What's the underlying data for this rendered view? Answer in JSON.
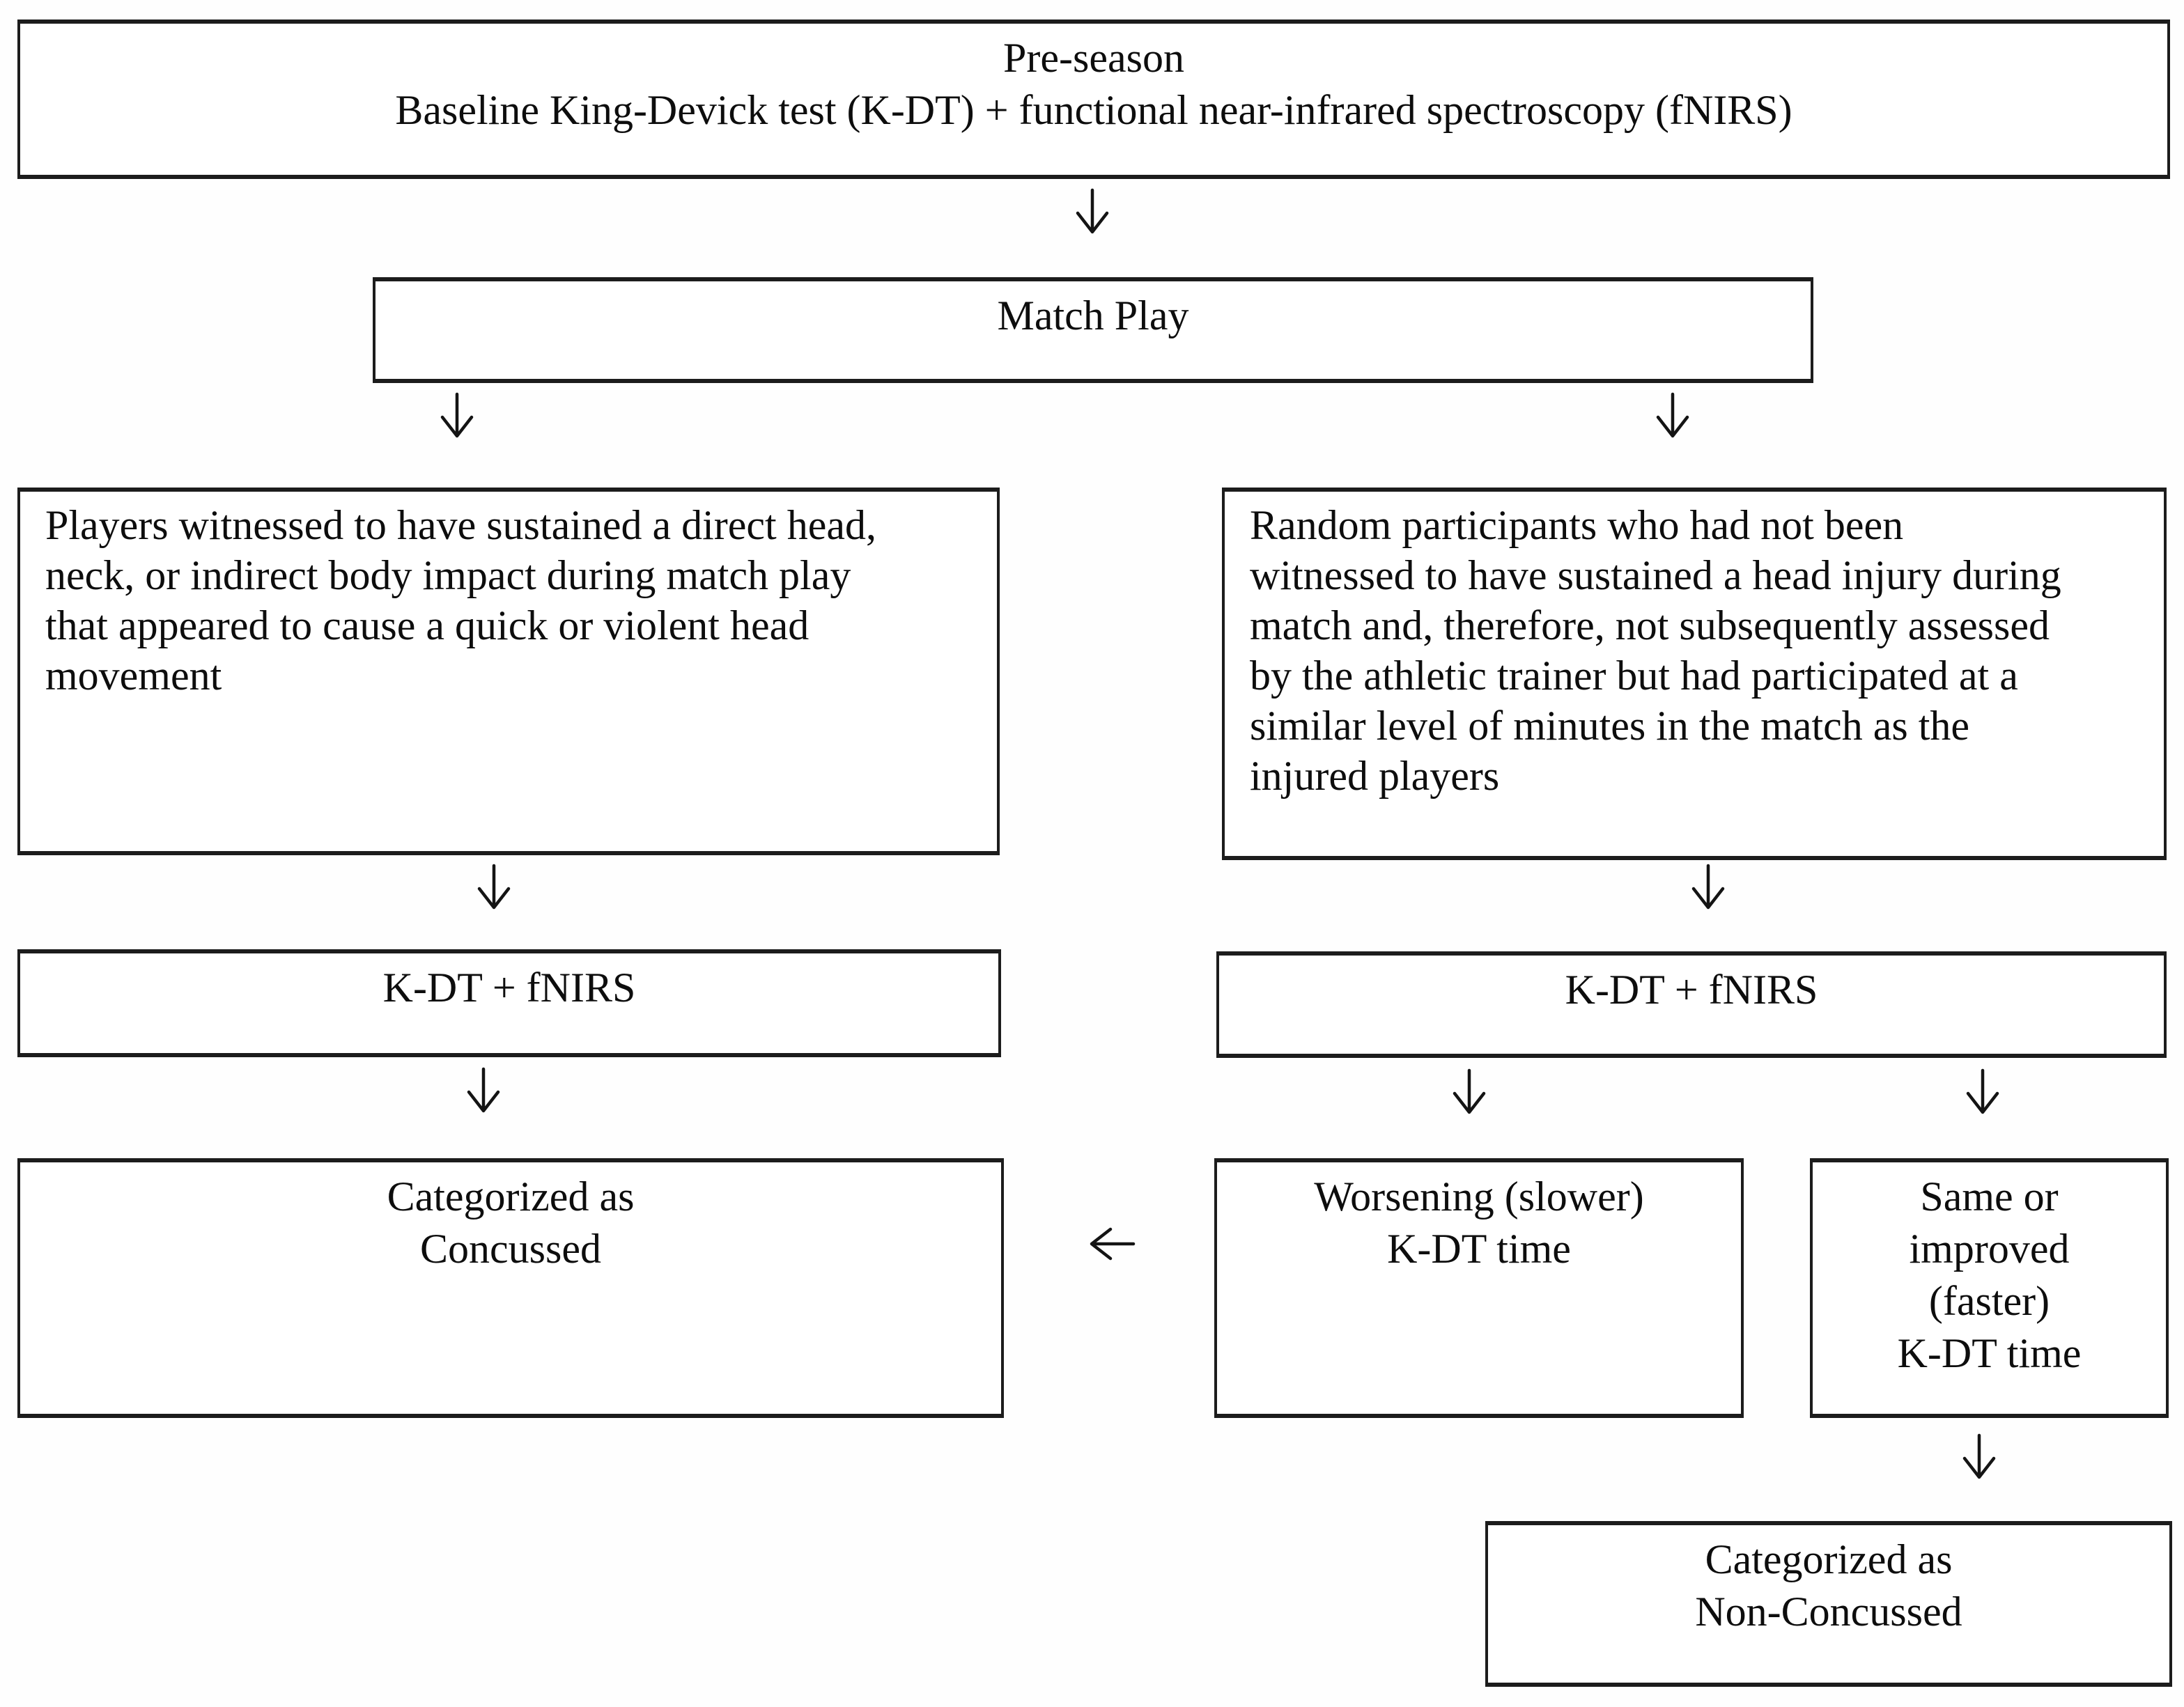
{
  "figure": {
    "title_implied": "Study design flowchart",
    "background_color": "#ffffff",
    "box_border_color": "#1c1c1c",
    "text_color": "#0d0d0d"
  },
  "nodes": {
    "pre_season": {
      "lines": [
        "Pre-season",
        "Baseline King-Devick test (K-DT) + functional near-infrared spectroscopy (fNIRS)"
      ]
    },
    "match_play": {
      "label": "Match Play"
    },
    "injured_players": {
      "lines": [
        "Players witnessed to have sustained a direct head,",
        "neck, or indirect body impact during match play",
        "that appeared to cause a quick or violent head",
        "movement"
      ]
    },
    "random_participants": {
      "lines": [
        "Random participants who had not been",
        "witnessed to have sustained a head injury during",
        "match and, therefore, not subsequently assessed",
        "by the athletic trainer but had participated at a",
        "similar level of minutes in the match as the",
        "injured players"
      ]
    },
    "kdt_fnirs_left": {
      "label": "K-DT + fNIRS"
    },
    "kdt_fnirs_right": {
      "label": "K-DT + fNIRS"
    },
    "concussed": {
      "lines": [
        "Categorized as",
        "Concussed"
      ]
    },
    "worsening": {
      "lines": [
        "Worsening (slower)",
        "K-DT time"
      ]
    },
    "same_improved": {
      "lines": [
        "Same or",
        "improved",
        "(faster)",
        "K-DT time"
      ]
    },
    "non_concussed": {
      "lines": [
        "Categorized as",
        "Non-Concussed"
      ]
    }
  }
}
